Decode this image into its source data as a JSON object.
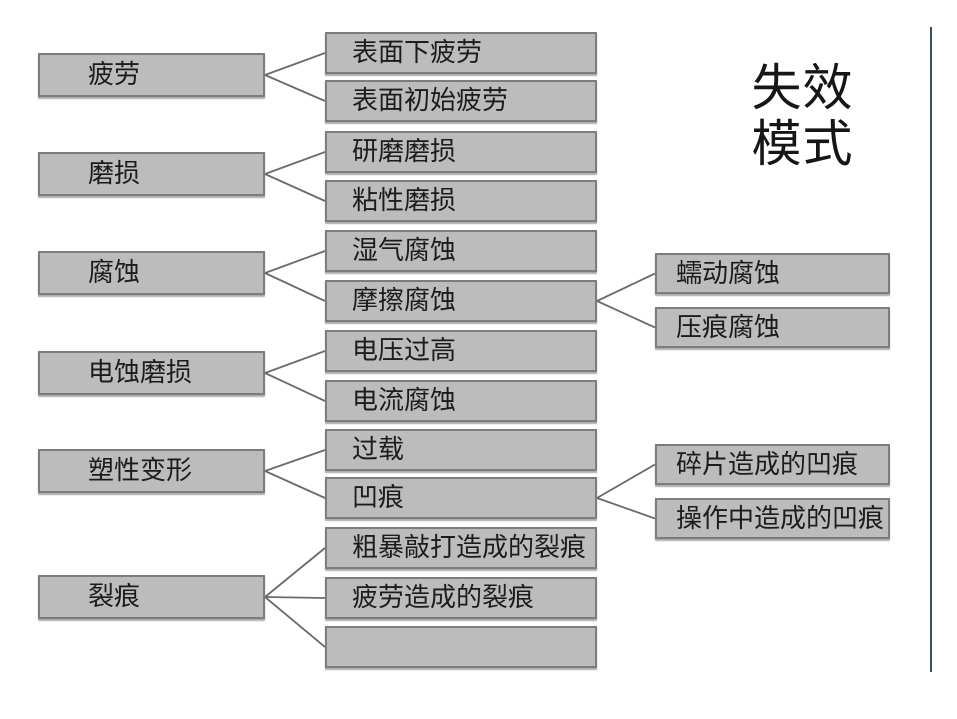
{
  "title": {
    "text": "失效模式",
    "line1": "失效",
    "line2": "模式"
  },
  "colors": {
    "box_fill": "#bcbcbc",
    "box_border": "#7d7d7d",
    "connector": "#6b6b6b",
    "divider": "#3f4d63",
    "text": "#1c1c1c",
    "background": "#ffffff"
  },
  "nodes": [
    {
      "id": "fatigue",
      "label": "疲劳",
      "column": "left"
    },
    {
      "id": "wear",
      "label": "磨损",
      "column": "left"
    },
    {
      "id": "corrosion",
      "label": "腐蚀",
      "column": "left"
    },
    {
      "id": "electric-erosion-wear",
      "label": "电蚀磨损",
      "column": "left"
    },
    {
      "id": "plastic-deformation",
      "label": "塑性变形",
      "column": "left"
    },
    {
      "id": "cracks",
      "label": "裂痕",
      "column": "left"
    },
    {
      "id": "subsurface-fatigue",
      "label": "表面下疲劳",
      "column": "mid"
    },
    {
      "id": "surface-initiated-fatigue",
      "label": "表面初始疲劳",
      "column": "mid"
    },
    {
      "id": "abrasive-wear",
      "label": "研磨磨损",
      "column": "mid"
    },
    {
      "id": "adhesive-wear",
      "label": "粘性磨损",
      "column": "mid"
    },
    {
      "id": "moisture-corrosion",
      "label": "湿气腐蚀",
      "column": "mid"
    },
    {
      "id": "fretting-corrosion",
      "label": "摩擦腐蚀",
      "column": "mid"
    },
    {
      "id": "overvoltage",
      "label": "电压过高",
      "column": "mid"
    },
    {
      "id": "current-corrosion",
      "label": "电流腐蚀",
      "column": "mid"
    },
    {
      "id": "overload",
      "label": "过载",
      "column": "mid"
    },
    {
      "id": "dents",
      "label": "凹痕",
      "column": "mid"
    },
    {
      "id": "rough-handling-cracks",
      "label": "粗暴敲打造成的裂痕",
      "column": "mid"
    },
    {
      "id": "fatigue-cracks",
      "label": "疲劳造成的裂痕",
      "column": "mid"
    },
    {
      "id": "unlabeled-crack-box",
      "label": "",
      "column": "mid"
    },
    {
      "id": "creep-corrosion",
      "label": "蠕动腐蚀",
      "column": "right"
    },
    {
      "id": "indentation-corrosion",
      "label": "压痕腐蚀",
      "column": "right"
    },
    {
      "id": "debris-dents",
      "label": "碎片造成的凹痕",
      "column": "right"
    },
    {
      "id": "handling-dents",
      "label": "操作中造成的凹痕",
      "column": "right"
    }
  ],
  "edges": [
    {
      "from": "fatigue",
      "to": "subsurface-fatigue"
    },
    {
      "from": "fatigue",
      "to": "surface-initiated-fatigue"
    },
    {
      "from": "wear",
      "to": "abrasive-wear"
    },
    {
      "from": "wear",
      "to": "adhesive-wear"
    },
    {
      "from": "corrosion",
      "to": "moisture-corrosion"
    },
    {
      "from": "corrosion",
      "to": "fretting-corrosion"
    },
    {
      "from": "electric-erosion-wear",
      "to": "overvoltage"
    },
    {
      "from": "electric-erosion-wear",
      "to": "current-corrosion"
    },
    {
      "from": "plastic-deformation",
      "to": "overload"
    },
    {
      "from": "plastic-deformation",
      "to": "dents"
    },
    {
      "from": "cracks",
      "to": "rough-handling-cracks"
    },
    {
      "from": "cracks",
      "to": "fatigue-cracks"
    },
    {
      "from": "cracks",
      "to": "unlabeled-crack-box"
    },
    {
      "from": "fretting-corrosion",
      "to": "creep-corrosion"
    },
    {
      "from": "fretting-corrosion",
      "to": "indentation-corrosion"
    },
    {
      "from": "dents",
      "to": "debris-dents"
    },
    {
      "from": "dents",
      "to": "handling-dents"
    }
  ]
}
